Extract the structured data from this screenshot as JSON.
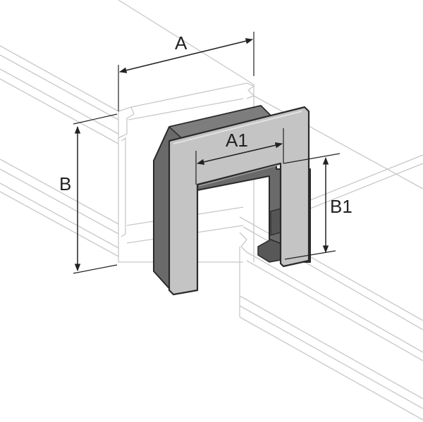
{
  "labels": {
    "dim_a": "A",
    "dim_a1": "A1",
    "dim_b": "B",
    "dim_b1": "B1"
  },
  "colors": {
    "outline": "#c8c8c8",
    "dim_line": "#222222",
    "cap_front": "#c4c4c4",
    "cap_dark": "#6a6a6a",
    "cap_edge": "#2a2a2a"
  }
}
